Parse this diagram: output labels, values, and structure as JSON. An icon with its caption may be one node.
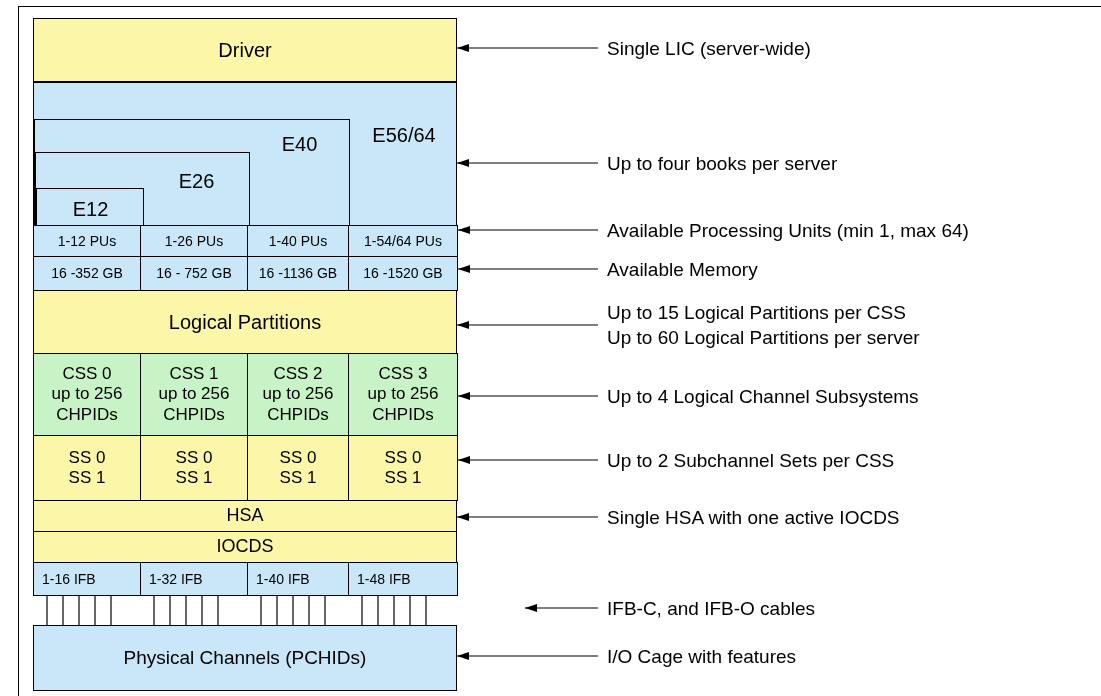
{
  "diagram": {
    "nodes": [
      {
        "text": [
          "Driver"
        ]
      },
      {
        "text": [
          "E56/64"
        ]
      },
      {
        "text": [
          "E40"
        ],
        "in": 1
      },
      {
        "text": [
          "E26"
        ],
        "in": 2
      },
      {
        "text": [
          "E12"
        ],
        "in": 3
      },
      {
        "text": [
          "1-12 PUs"
        ]
      },
      {
        "text": [
          "1-26 PUs"
        ]
      },
      {
        "text": [
          "1-40 PUs"
        ]
      },
      {
        "text": [
          "1-54/64 PUs"
        ]
      },
      {
        "text": [
          "16 -352 GB"
        ]
      },
      {
        "text": [
          "16 - 752 GB"
        ]
      },
      {
        "text": [
          "16 -1136 GB"
        ]
      },
      {
        "text": [
          "16 -1520 GB"
        ]
      },
      {
        "text": [
          "Logical Partitions"
        ]
      },
      {
        "text": [
          "CSS 0",
          "up to 256 CHPIDs"
        ]
      },
      {
        "text": [
          "CSS 1",
          "up to 256 CHPIDs"
        ]
      },
      {
        "text": [
          "CSS 2",
          "up to 256 CHPIDs"
        ]
      },
      {
        "text": [
          "CSS 3",
          "up to 256 CHPIDs"
        ]
      },
      {
        "text": [
          "SS 0",
          "SS 1"
        ]
      },
      {
        "text": [
          "SS 0",
          "SS 1"
        ]
      },
      {
        "text": [
          "SS 0",
          "SS 1"
        ]
      },
      {
        "text": [
          "SS 0",
          "SS 1"
        ]
      },
      {
        "text": [
          "HSA"
        ]
      },
      {
        "text": [
          "IOCDS"
        ]
      },
      {
        "text": [
          "1-16 IFB"
        ]
      },
      {
        "text": [
          "1-32 IFB"
        ]
      },
      {
        "text": [
          "1-40 IFB"
        ]
      },
      {
        "text": [
          "1-48 IFB"
        ]
      },
      {
        "text": [
          "Physical Channels (PCHIDs)"
        ]
      },
      {
        "text": [
          "Single LIC (server-wide)"
        ]
      },
      {
        "text": [
          "Up to four books per server"
        ]
      },
      {
        "text": [
          "Available Processing Units (min 1, max 64)"
        ]
      },
      {
        "text": [
          "Available Memory"
        ]
      },
      {
        "text": [
          "Up to 15 Logical Partitions per CSS",
          "Up to 60 Logical Partitions per server"
        ]
      },
      {
        "text": [
          "Up to 4 Logical Channel Subsystems"
        ]
      },
      {
        "text": [
          "Up to 2 Subchannel Sets per CSS"
        ]
      },
      {
        "text": [
          "Single HSA with one active IOCDS"
        ]
      },
      {
        "text": [
          "IFB-C, and IFB-O cables"
        ]
      },
      {
        "text": [
          "I/O Cage with features"
        ]
      }
    ],
    "edges": [
      {
        "from": 29,
        "to": 0,
        "arrow": "to"
      },
      {
        "from": 30,
        "to": 1,
        "arrow": "to"
      },
      {
        "from": 31,
        "to": 8,
        "arrow": "to"
      },
      {
        "from": 32,
        "to": 12,
        "arrow": "to"
      },
      {
        "from": 33,
        "to": 13,
        "arrow": "to"
      },
      {
        "from": 34,
        "to": 17,
        "arrow": "to"
      },
      {
        "from": 35,
        "to": 21,
        "arrow": "to"
      },
      {
        "from": 36,
        "to": 22,
        "arrow": "to"
      },
      {
        "from": 37,
        "to": null,
        "arrow": "to"
      },
      {
        "from": 38,
        "to": 28,
        "arrow": "to"
      },
      {
        "from": 24,
        "to": 28,
        "arrow": "none"
      },
      {
        "from": 24,
        "to": 28,
        "arrow": "none"
      },
      {
        "from": 24,
        "to": 28,
        "arrow": "none"
      },
      {
        "from": 24,
        "to": 28,
        "arrow": "none"
      },
      {
        "from": 24,
        "to": 28,
        "arrow": "none"
      },
      {
        "from": 25,
        "to": 28,
        "arrow": "none"
      },
      {
        "from": 25,
        "to": 28,
        "arrow": "none"
      },
      {
        "from": 25,
        "to": 28,
        "arrow": "none"
      },
      {
        "from": 25,
        "to": 28,
        "arrow": "none"
      },
      {
        "from": 25,
        "to": 28,
        "arrow": "none"
      },
      {
        "from": 26,
        "to": 28,
        "arrow": "none"
      },
      {
        "from": 26,
        "to": 28,
        "arrow": "none"
      },
      {
        "from": 26,
        "to": 28,
        "arrow": "none"
      },
      {
        "from": 26,
        "to": 28,
        "arrow": "none"
      },
      {
        "from": 26,
        "to": 28,
        "arrow": "none"
      },
      {
        "from": 27,
        "to": 28,
        "arrow": "none"
      },
      {
        "from": 27,
        "to": 28,
        "arrow": "none"
      },
      {
        "from": 27,
        "to": 28,
        "arrow": "none"
      },
      {
        "from": 27,
        "to": 28,
        "arrow": "none"
      },
      {
        "from": 27,
        "to": 28,
        "arrow": "none"
      }
    ]
  }
}
